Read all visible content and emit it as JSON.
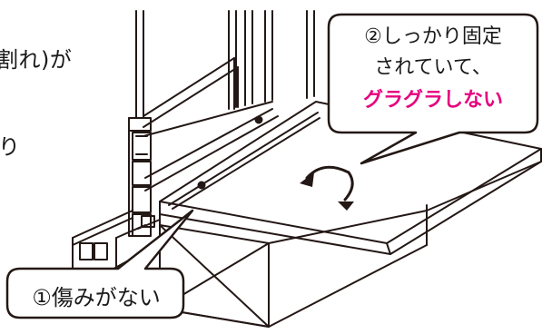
{
  "left_text": {
    "line1": "割れ)が",
    "line2": "り"
  },
  "callout_top": {
    "line1": "②しっかり固定",
    "line2": "されていて、",
    "line3": "グラグラしない",
    "emphasis_color": "#e6007e"
  },
  "callout_bottom": {
    "text": "①傷みがない"
  },
  "colors": {
    "line": "#231815",
    "background": "#ffffff",
    "emphasis": "#e6007e"
  }
}
